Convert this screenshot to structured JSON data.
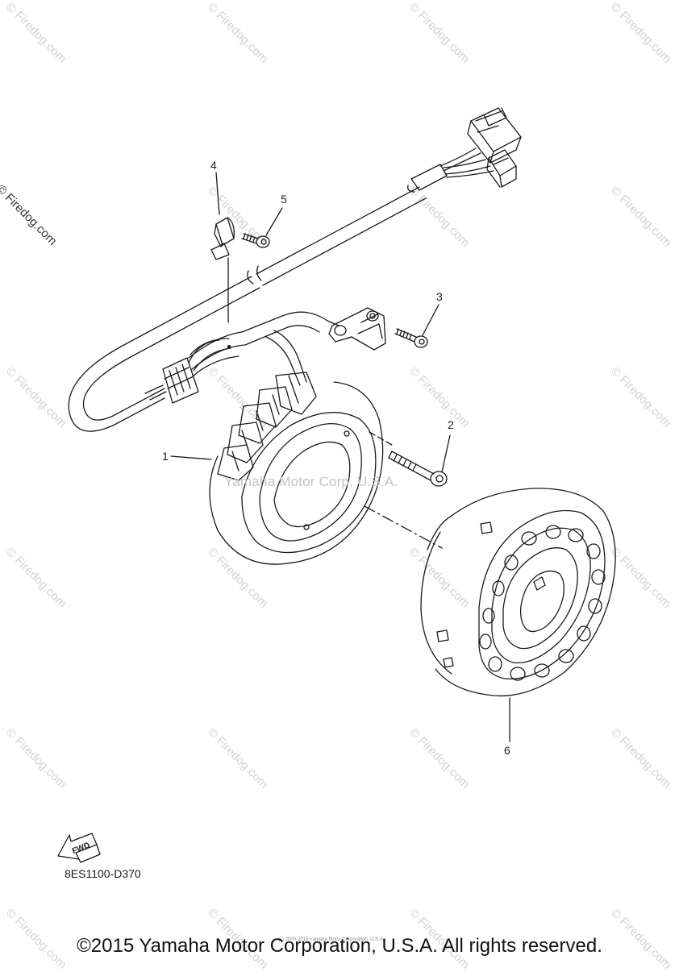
{
  "watermark": "© Firedog.com",
  "side_watermark": "© Firedog.com",
  "center_watermark": "Yamaha Motor Corp, U.S.A.",
  "callouts": {
    "c1": "1",
    "c2": "2",
    "c3": "3",
    "c4": "4",
    "c5": "5",
    "c6": "6"
  },
  "fwd_label": "FWD",
  "part_code": "8ES1100-D370",
  "tiny_copyright": "(c) 2000-2015 Yamaha Motor Corporation, U.S.A.",
  "footer": "©2015 Yamaha Motor Corporation, U.S.A. All rights reserved."
}
